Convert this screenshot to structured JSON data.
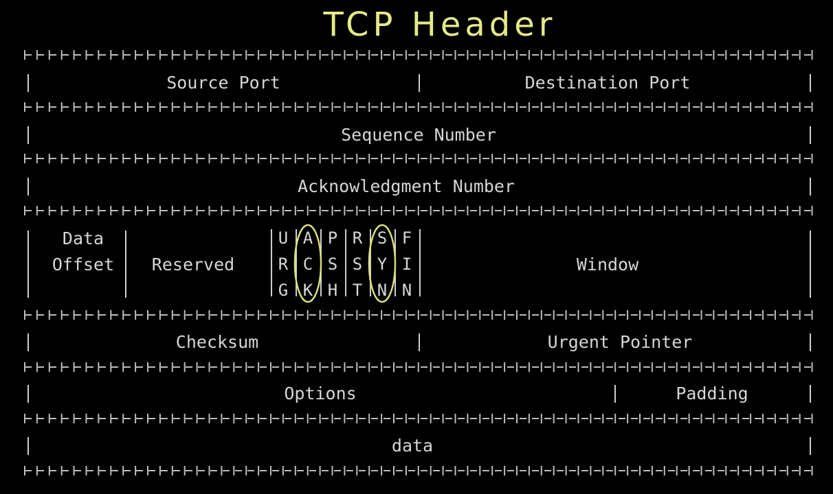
{
  "title": "TCP Header",
  "colors": {
    "background": "#000000",
    "text": "#d6d6d6",
    "handwriting": "#e3ea8a"
  },
  "fields": {
    "source_port": "Source Port",
    "destination_port": "Destination Port",
    "sequence_number": "Sequence Number",
    "acknowledgment_number": "Acknowledgment Number",
    "data_offset_line1": "Data",
    "data_offset_line2": "Offset",
    "reserved": "Reserved",
    "window": "Window",
    "checksum": "Checksum",
    "urgent_pointer": "Urgent Pointer",
    "options": "Options",
    "padding": "Padding",
    "data": "data"
  },
  "flags": [
    {
      "l1": "U",
      "l2": "R",
      "l3": "G"
    },
    {
      "l1": "A",
      "l2": "C",
      "l3": "K"
    },
    {
      "l1": "P",
      "l2": "S",
      "l3": "H"
    },
    {
      "l1": "R",
      "l2": "S",
      "l3": "T"
    },
    {
      "l1": "S",
      "l2": "Y",
      "l3": "N"
    },
    {
      "l1": "F",
      "l2": "I",
      "l3": "N"
    }
  ],
  "highlighted_flags": [
    "ACK",
    "SYN"
  ]
}
